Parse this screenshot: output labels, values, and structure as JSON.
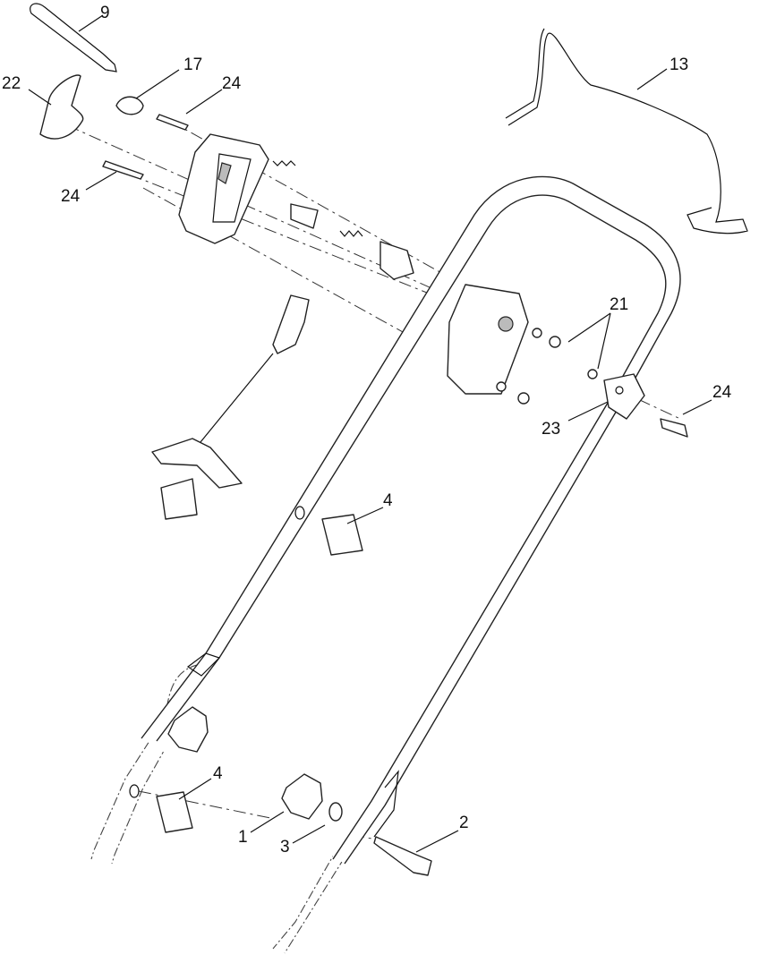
{
  "callouts": [
    {
      "id": "9",
      "text": "9"
    },
    {
      "id": "17",
      "text": "17"
    },
    {
      "id": "22",
      "text": "22"
    },
    {
      "id": "24a",
      "text": "24"
    },
    {
      "id": "24b",
      "text": "24"
    },
    {
      "id": "13",
      "text": "13"
    },
    {
      "id": "21",
      "text": "21"
    },
    {
      "id": "24c",
      "text": "24"
    },
    {
      "id": "23",
      "text": "23"
    },
    {
      "id": "4a",
      "text": "4"
    },
    {
      "id": "4b",
      "text": "4"
    },
    {
      "id": "1",
      "text": "1"
    },
    {
      "id": "3",
      "text": "3"
    },
    {
      "id": "2",
      "text": "2"
    }
  ]
}
